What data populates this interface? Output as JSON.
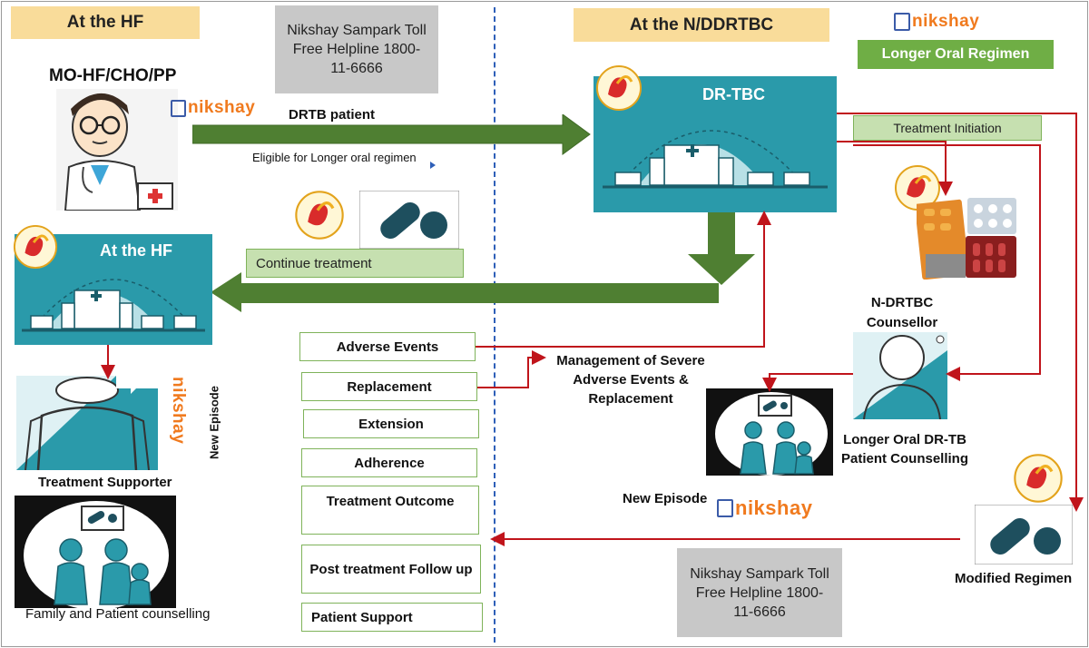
{
  "headers": {
    "left": "At the HF",
    "right": "At the N/DDRTBC",
    "regimen": "Longer Oral Regimen"
  },
  "helpline": {
    "top": "Nikshay Sampark Toll Free Helpline 1800-11-6666",
    "bottom": "Nikshay Sampark Toll Free Helpline 1800-11-6666"
  },
  "nikshay_brand": "nikshay",
  "actors": {
    "mo": "MO-HF/CHO/PP",
    "counsellor": "N-DRTBC Counsellor",
    "supporter": "Treatment Supporter"
  },
  "labels": {
    "drtb_patient": "DRTB patient",
    "eligible": "Eligible for Longer oral regimen",
    "continue_treatment": "Continue treatment",
    "treatment_initiation": "Treatment Initiation",
    "drtbc_title": "DR-TBC",
    "hf_title": "At the HF",
    "management": "Management of Severe Adverse Events & Replacement",
    "patient_counselling": "Longer Oral DR-TB Patient Counselling",
    "new_episode_bottom": "New Episode",
    "new_episode_side": "New Episode",
    "modified_regimen": "Modified Regimen",
    "family_counselling": "Family and Patient counselling"
  },
  "steps": [
    "Adverse Events",
    "Replacement",
    "Extension",
    "Adherence",
    "Treatment Outcome",
    "Post treatment Follow up",
    "Patient Support"
  ],
  "colors": {
    "header_bg": "#f9dc9a",
    "arrow_green": "#4f7f32",
    "facility_teal": "#2a9aaa",
    "red_line": "#c0141b",
    "divider_blue": "#2e5fb8",
    "nikshay_orange": "#f07a1e"
  }
}
